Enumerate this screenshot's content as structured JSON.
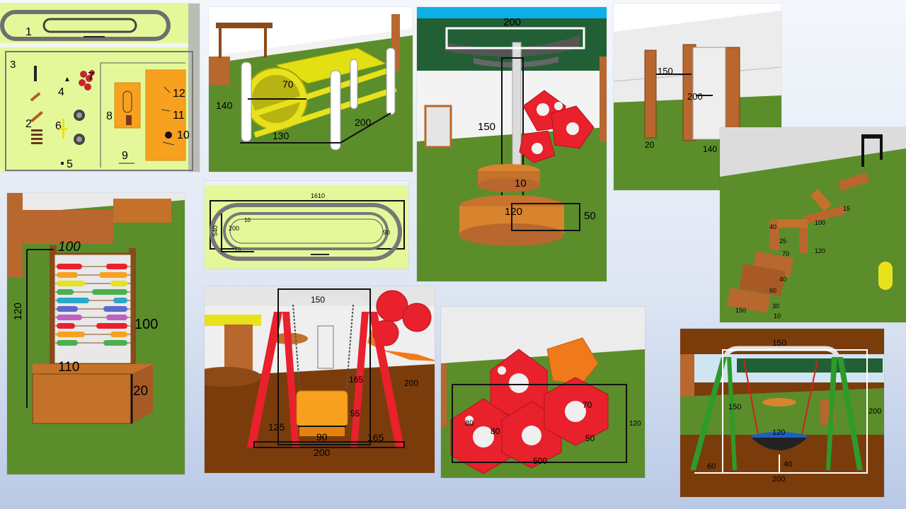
{
  "colors": {
    "grass": "#5b8d2b",
    "wood": "#b8672e",
    "red": "#e8212d",
    "yellow": "#e8e21c",
    "plan_bg": "#e4f89a",
    "orange": "#f7a11f",
    "sky": "#0cb0e8"
  },
  "icons": [
    "swing-icon",
    "tunnel-icon",
    "climbing-dome-icon",
    "abacus-icon",
    "track-icon"
  ],
  "plan": {
    "labels": [
      "1",
      "2",
      "3",
      "4",
      "5",
      "6",
      "7",
      "8",
      "9",
      "10",
      "11",
      "12"
    ]
  },
  "tunnel": {
    "diameter": "70",
    "height": "140",
    "length": "130",
    "width": "200"
  },
  "mushroom": {
    "top": "200",
    "height": "150",
    "pole": "10",
    "base_diameter": "120",
    "base_height": "50"
  },
  "panel_wall": {
    "height": "200",
    "left_post": "150",
    "post_width": "20",
    "panel_width": "140"
  },
  "beams": {
    "d1": "15",
    "d2": "100",
    "d3": "40",
    "d4": "25",
    "d5": "70",
    "d6": "120",
    "d7": "40",
    "d8": "60",
    "d9": "30",
    "d10": "150",
    "d11": "10"
  },
  "abacus": {
    "top_width": "100",
    "height": "100",
    "total_height": "120",
    "base_width": "110",
    "base_height": "20"
  },
  "track": {
    "length": "1610",
    "width": "540",
    "inner_length": "200",
    "gap1": "10",
    "gap2": "10",
    "end": "90"
  },
  "swing": {
    "top": "150",
    "chain": "165",
    "leg": "165",
    "height": "200",
    "seat_height": "55",
    "seat_width": "90",
    "seat_offset": "125",
    "base": "200"
  },
  "domes": {
    "d1": "80",
    "d2": "80",
    "d3": "70",
    "d4": "50",
    "width": "500",
    "height": "120"
  },
  "nest_swing": {
    "top": "150",
    "left_height": "150",
    "right_height": "200",
    "diameter": "120",
    "seat_height": "40",
    "leg": "60",
    "base": "200"
  }
}
